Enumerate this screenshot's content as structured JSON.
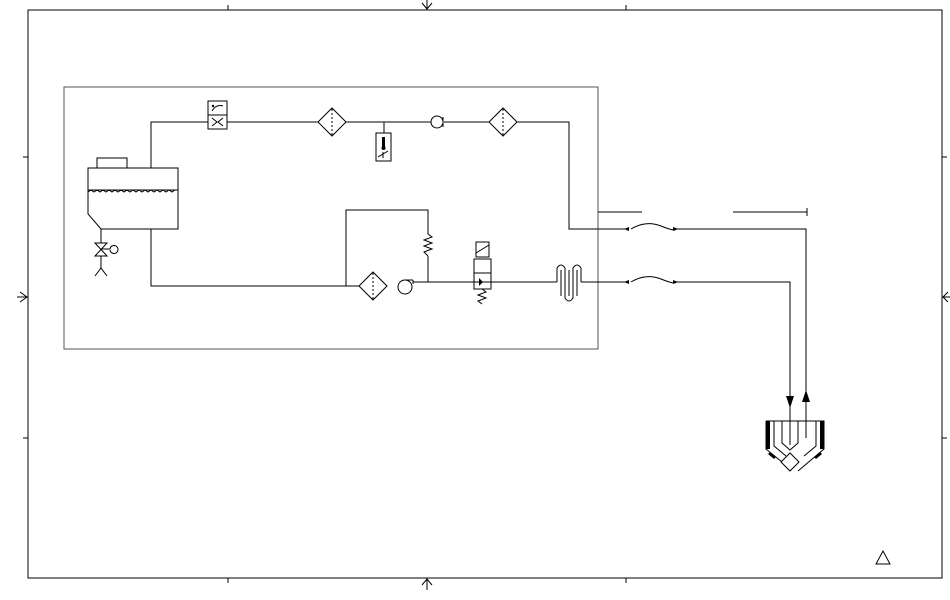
{
  "diagram": {
    "components": [
      {
        "id": "reservoir",
        "icon": "reservoir-tank-icon"
      },
      {
        "id": "drain-valve",
        "icon": "drain-valve-icon"
      },
      {
        "id": "flow-switch",
        "icon": "flow-switch-icon"
      },
      {
        "id": "filter-1",
        "icon": "filter-icon"
      },
      {
        "id": "thermostat",
        "icon": "thermostat-icon"
      },
      {
        "id": "check-valve",
        "icon": "check-valve-icon"
      },
      {
        "id": "filter-2",
        "icon": "filter-icon"
      },
      {
        "id": "bypass-valve",
        "icon": "relief-valve-icon"
      },
      {
        "id": "filter-3",
        "icon": "filter-icon"
      },
      {
        "id": "pump",
        "icon": "pump-icon"
      },
      {
        "id": "solenoid-valve",
        "icon": "solenoid-valve-icon"
      },
      {
        "id": "heat-exchanger",
        "icon": "coil-heat-exchanger-icon"
      },
      {
        "id": "cooled-device",
        "icon": "cooled-jacket-icon"
      }
    ],
    "revision_symbol": "triangle-revision-icon"
  }
}
